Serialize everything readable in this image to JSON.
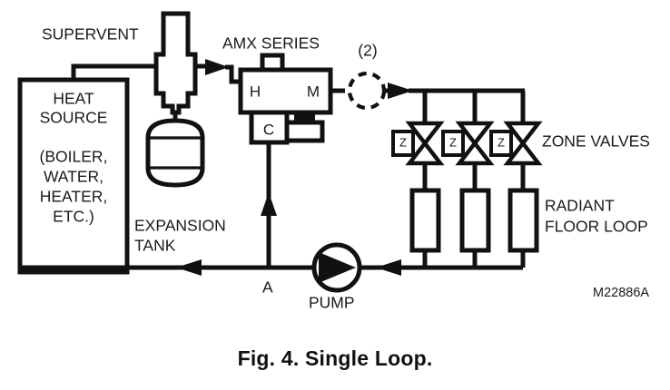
{
  "figure": {
    "caption": "Fig. 4. Single Loop.",
    "part_code": "M22886A"
  },
  "labels": {
    "supervent": "SUPERVENT",
    "amx_series": "AMX SERIES",
    "quantity_note": "(2)",
    "zone_valves": "ZONE VALVES",
    "radiant_line1": "RADIANT",
    "radiant_line2": "FLOOR LOOP",
    "expansion_line1": "EXPANSION",
    "expansion_line2": "TANK",
    "pump": "PUMP",
    "point_a": "A"
  },
  "heat_source": {
    "line1": "HEAT",
    "line2": "SOURCE",
    "line3": "(BOILER,",
    "line4": "WATER,",
    "line5": "HEATER,",
    "line6": "ETC.)"
  },
  "amx_valve": {
    "port_hot": "H",
    "port_mix": "M",
    "port_cold": "C"
  },
  "zone_valve_actuators": [
    {
      "label": "Z"
    },
    {
      "label": "Z"
    },
    {
      "label": "Z"
    }
  ],
  "colors": {
    "line": "#111111",
    "fill": "#ffffff",
    "text": "#1a1a1a"
  }
}
